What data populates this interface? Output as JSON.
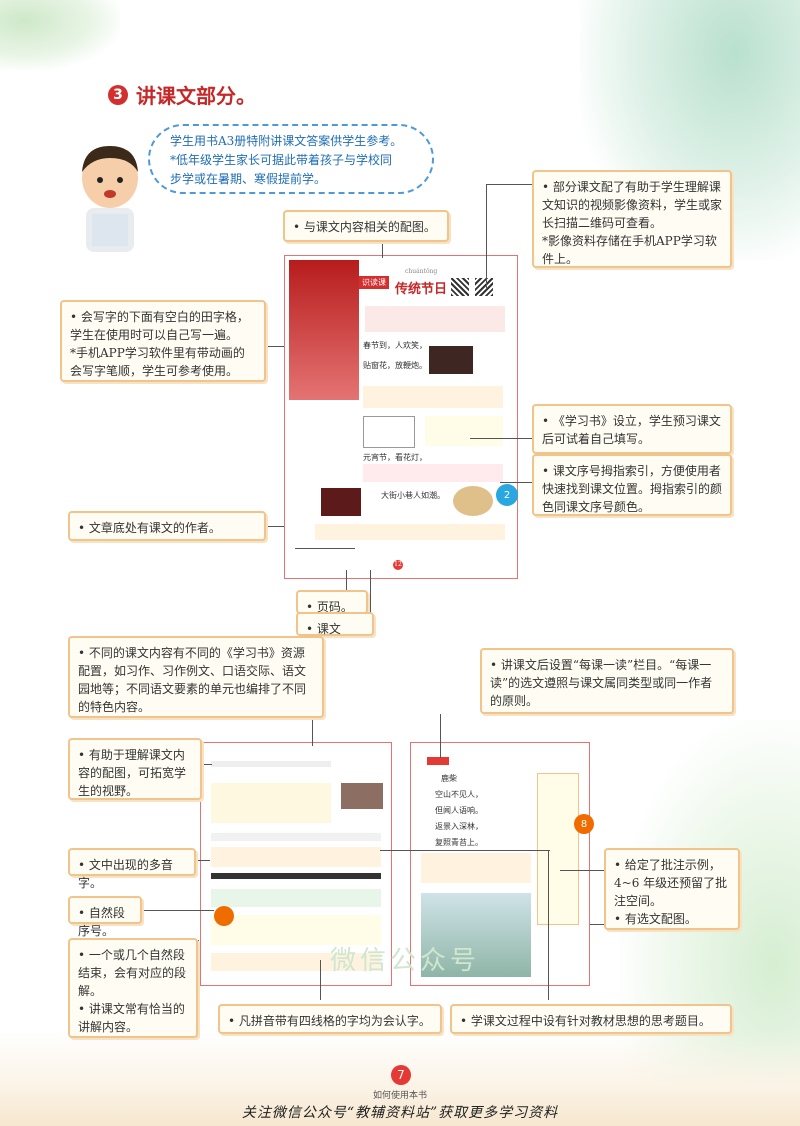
{
  "section": {
    "number": "3",
    "title": "讲课文部分。"
  },
  "bubble": {
    "line1": "学生用书A3册特附讲课文答案供学生参考。",
    "line2": "*低年级学生家长可据此带着孩子与学校同",
    "line3": "步学或在暑期、寒假提前学。"
  },
  "notes": {
    "related_image": "• 与课文内容相关的配图。",
    "video_1": "• 部分课文配了有助于学生理解课文知识的视频影像资料，学生或家长扫描二维码可查看。",
    "video_2": "*影像资料存储在手机APP学习软件上。",
    "grid_1": "• 会写字的下面有空白的田字格，学生在使用时可以自己写一遍。",
    "grid_2": "*手机APP学习软件里有带动画的会写字笔顺，学生可参考使用。",
    "xuexishu": "• 《学习书》设立，学生预习课文后可试着自己填写。",
    "index": "• 课文序号拇指索引，方便使用者快速找到课文位置。拇指索引的颜色同课文序号颜色。",
    "author": "• 文章底处有课文的作者。",
    "page_no": "• 页码。",
    "lesson_name": "• 课文名。",
    "resources": "• 不同的课文内容有不同的《学习书》资源配置，如习作、习作例文、口语交际、语文园地等；不同语文要素的单元也编排了不同的特色内容。",
    "daily_read": "• 讲课文后设置“每课一读”栏目。“每课一读”的选文遵照与课文属同类型或同一作者的原则。",
    "helpful_image": "• 有助于理解课文内容的配图，可拓宽学生的视野。",
    "polyphone": "• 文中出现的多音字。",
    "paragraph_no": "• 自然段序号。",
    "paragraph_1": "• 一个或几个自然段结束，会有对应的段解。",
    "paragraph_2": "• 讲课文常有恰当的讲解内容。",
    "recognize": "• 凡拼音带有四线格的字均为会认字。",
    "annotation_1": "• 给定了批注示例，4~6 年级还预留了批注空间。",
    "annotation_2": "• 有选文配图。",
    "thinking": "• 学课文过程中设有针对教材思想的思考题目。"
  },
  "book1": {
    "tag": "识读课",
    "pinyin": "chuántǒng",
    "title": "传统节日",
    "line1": "春节到，人欢笑，",
    "line2": "贴窗花，放鞭炮。",
    "line3": "元宵节，看花灯，",
    "line4": "大街小巷人如潮。",
    "index_no": "2",
    "page_no": "12"
  },
  "book3": {
    "title": "鹿柴",
    "lines": [
      "空山不见人，",
      "但闻人语响。",
      "返景入深林，",
      "复照青苔上。"
    ],
    "index_no": "8"
  },
  "watermark": "微信公众号",
  "footer": {
    "page": "7",
    "title": "如何使用本书",
    "note": "关注微信公众号“教辅资料站”获取更多学习资料"
  }
}
